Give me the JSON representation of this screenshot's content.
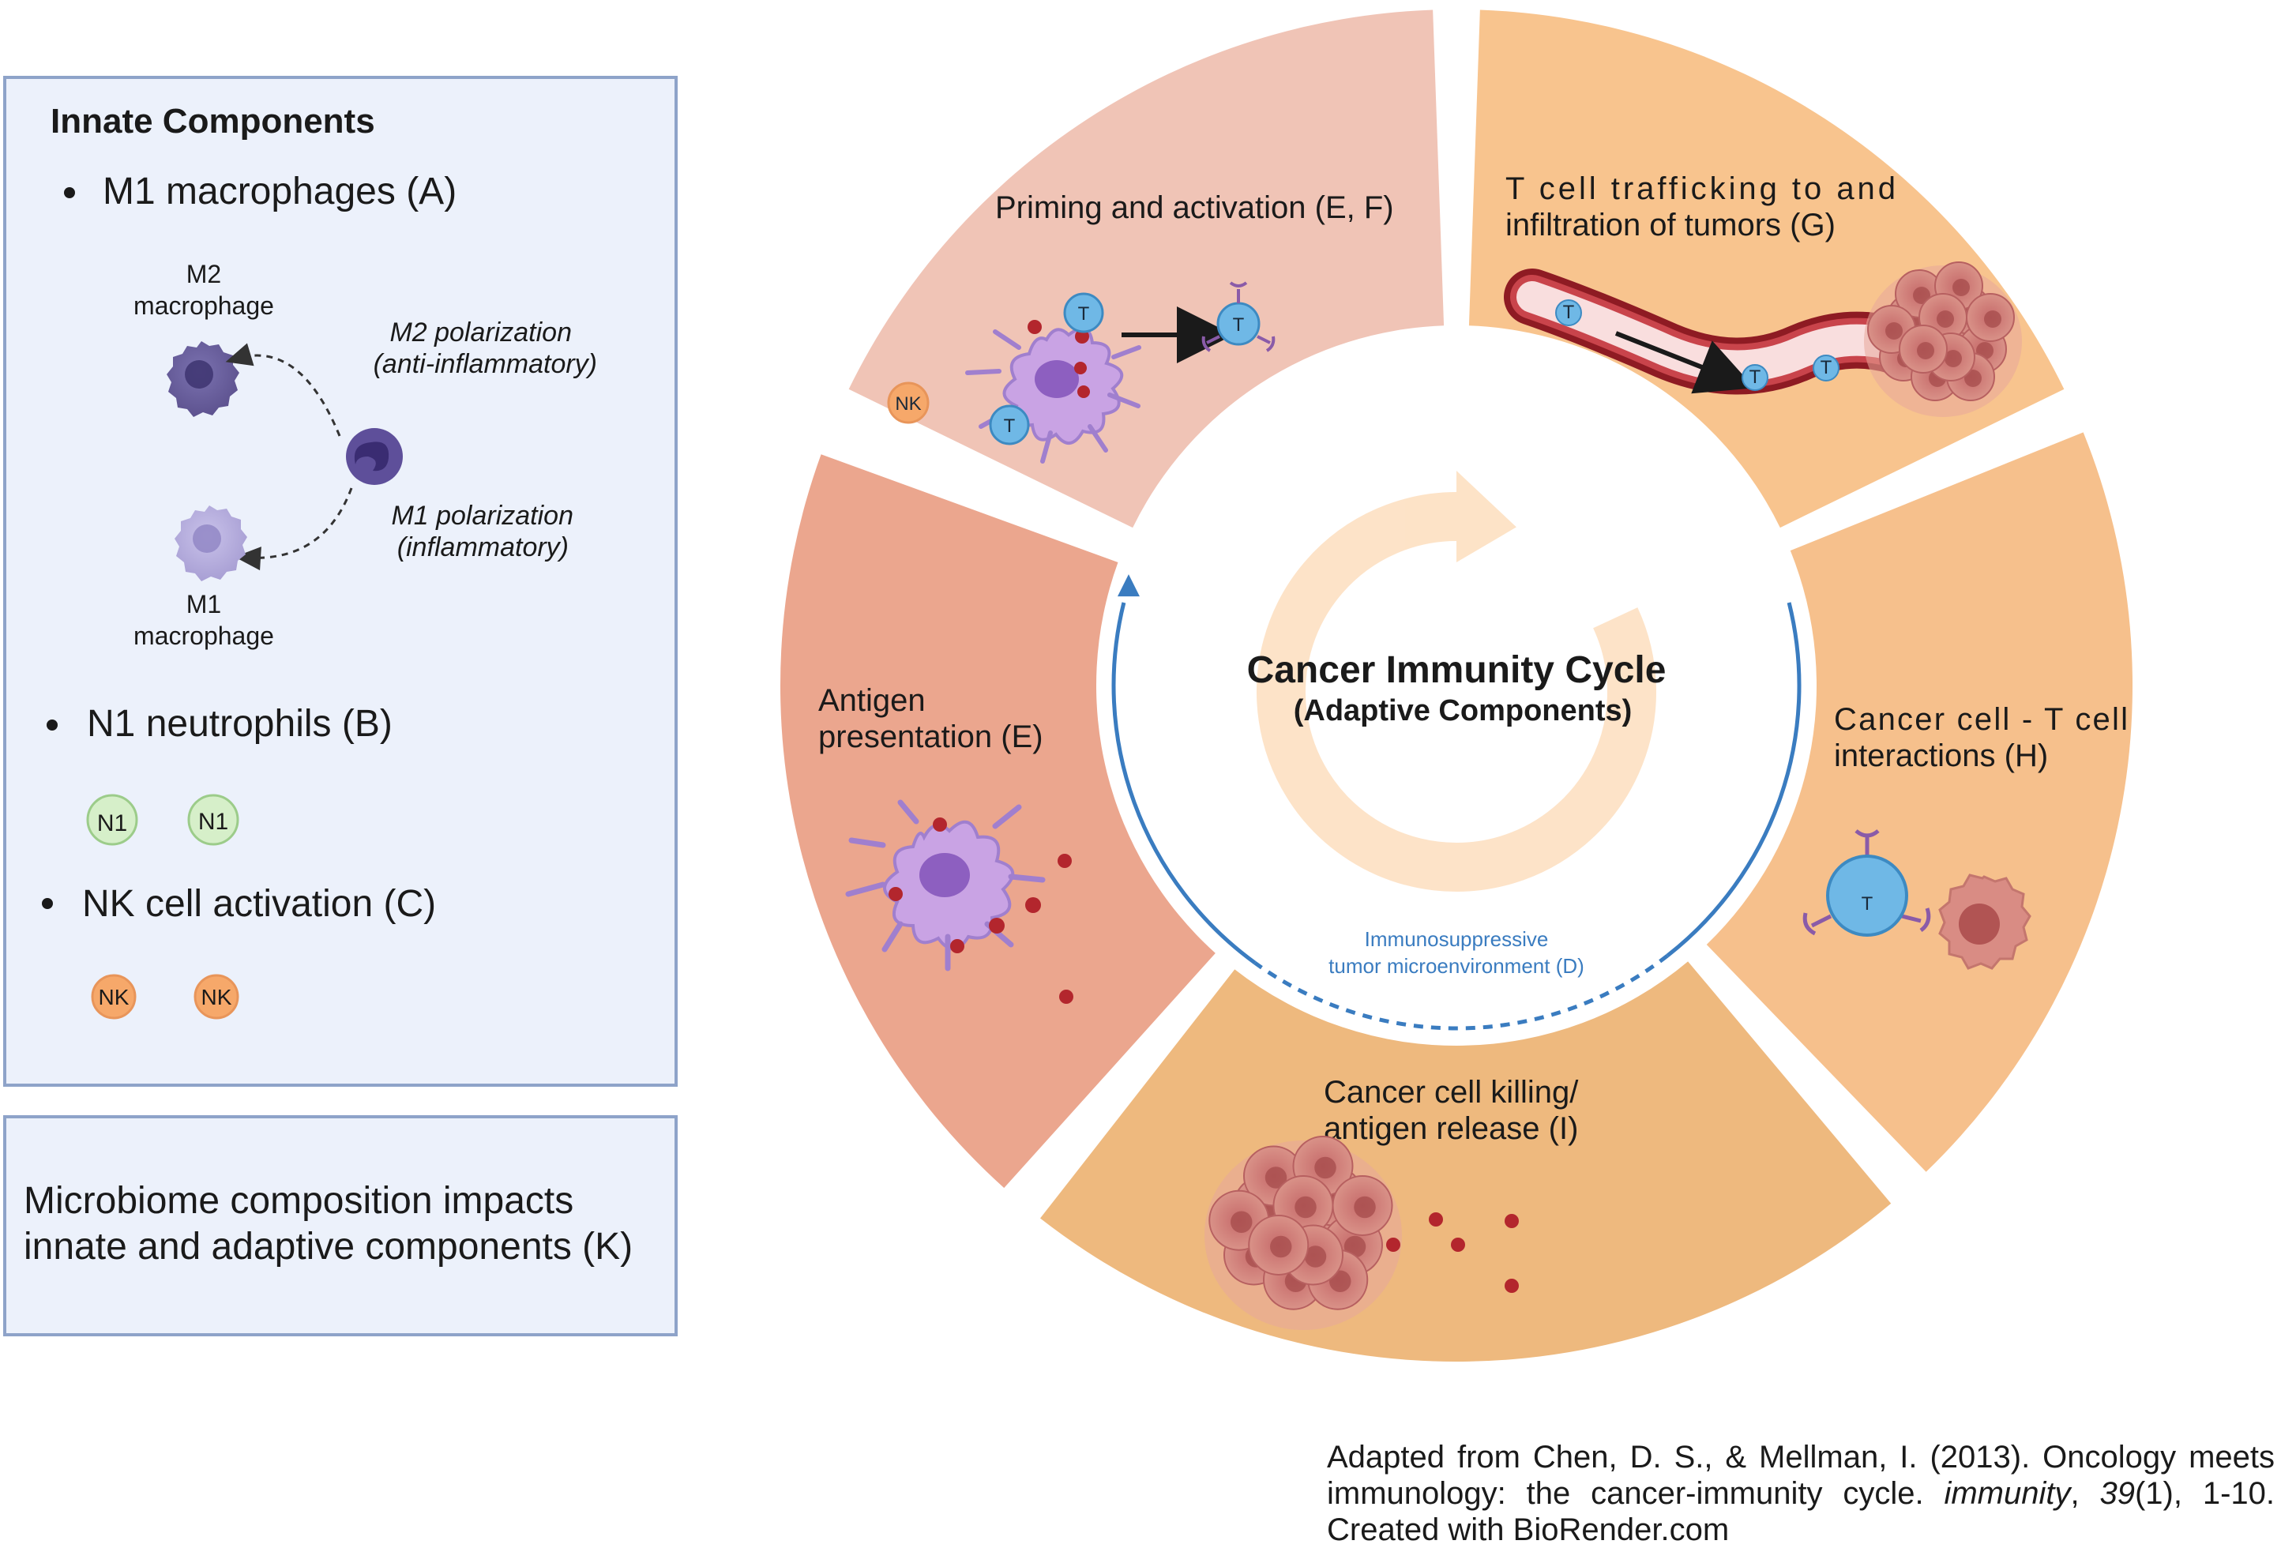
{
  "innate": {
    "title": "Innate Components",
    "m1_bullet": "M1 macrophages (A)",
    "m2_label_1": "M2",
    "m2_label_2": "macrophage",
    "m2_polarization_1": "M2 polarization",
    "m2_polarization_2": "(anti-inflammatory)",
    "m1_polarization_1": "M1 polarization",
    "m1_polarization_2": "(inflammatory)",
    "m1_label_1": "M1",
    "m1_label_2": "macrophage",
    "n1_bullet": "N1 neutrophils (B)",
    "n1_cell": "N1",
    "nk_bullet": "NK cell activation (C)",
    "nk_cell": "NK"
  },
  "microbiome": {
    "line1": "Microbiome composition impacts",
    "line2": "innate and adaptive components (K)"
  },
  "cycle": {
    "title": "Cancer Immunity Cycle",
    "subtitle": "(Adaptive Components)",
    "immunosuppressive_1": "Immunosuppressive",
    "immunosuppressive_2": "tumor microenvironment (D)",
    "segments": {
      "priming_1": "Priming and activation (E, F)",
      "trafficking_1": "T cell trafficking to and",
      "trafficking_2": "infiltration of tumors (G)",
      "interactions_1": "Cancer cell - T cell",
      "interactions_2": "interactions (H)",
      "killing_1": "Cancer cell killing/",
      "killing_2": "antigen release (I)",
      "antigen_1": "Antigen",
      "antigen_2": "presentation (E)"
    },
    "t_cell": "T",
    "nk_cell": "NK"
  },
  "citation": {
    "line1": "Adapted from Chen, D. S., & Mellman, I. (2013). Oncology meets",
    "line2a": "immunology: the cancer-immunity cycle. ",
    "journal": "immunity",
    "line2b": ", ",
    "volume": "39",
    "line2c": "(1), 1-10.",
    "line3": "Created with BioRender.com"
  },
  "colors": {
    "priming": "#f0c4b6",
    "trafficking": "#f8c48e",
    "interactions": "#f6c08c",
    "killing": "#eeb97e",
    "antigen": "#eba68e",
    "box_fill": "#ecf1fb",
    "box_border": "#8ea3c9",
    "blue_arrow": "#3a7cc0"
  }
}
